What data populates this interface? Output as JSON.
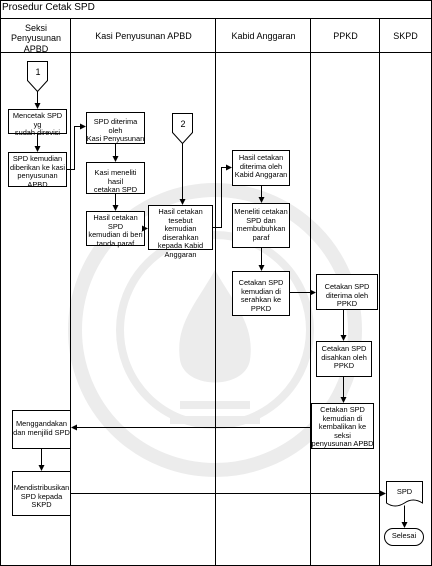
{
  "title": "Prosedur Cetak SPD",
  "lanes": [
    {
      "label": "Seksi Penyusunan\nAPBD"
    },
    {
      "label": "Kasi Penyusunan APBD"
    },
    {
      "label": "Kabid Anggaran"
    },
    {
      "label": "PPKD"
    },
    {
      "label": "SKPD"
    }
  ],
  "connectors": [
    {
      "label": "1"
    },
    {
      "label": "2"
    }
  ],
  "steps": {
    "mencetak": "Mencetak SPD yg\nsudah direvisi",
    "spd_kemudian": "SPD kemudian\ndiberikan ke kasi\npenyusunan APBD",
    "spd_diterima_kasi": "SPD diterima oleh\nKasi Penyusunan",
    "kasi_meneliti": "Kasi meneliti hasil\ncetakan SPD",
    "hasil_paraf": "Hasil cetakan SPD\nkemudian di beri\ntanda paraf",
    "diserahkan_kabid": "Hasil cetakan tesebut\nkemudian diserahkan\nkepada Kabid\nAnggaran",
    "diterima_kabid": "Hasil cetakan\nditerima oleh\nKabid Anggaran",
    "meneliti_kabid": "Meneliti cetakan\nSPD dan\nmembubuhkan\nparaf",
    "serahkan_ppkd": "Cetakan SPD\nkemudian di\nserahkan ke PPKD",
    "diterima_ppkd": "Cetakan SPD\nditerima oleh PPKD",
    "disahkan": "Cetakan SPD\ndisahkan oleh\nPPKD",
    "kembalikan": "Cetakan SPD\nkemudian di\nkembalikan ke seksi\npenyusunan APBD",
    "menggandakan": "Menggandakan\ndan menjilid SPD",
    "mendistribusikan": "Mendistribusikan\nSPD kepada SKPD",
    "spd_doc": "SPD",
    "selesai": "Selesai"
  }
}
